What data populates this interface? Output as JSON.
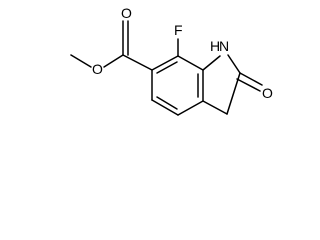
{
  "molecule": {
    "atom_labels": {
      "fluorine": "F",
      "amine": "H",
      "amine_n": "N",
      "ring_carbonyl_oxygen": "O",
      "ester_carbonyl_oxygen": "O",
      "ester_ether_oxygen": "O"
    }
  }
}
